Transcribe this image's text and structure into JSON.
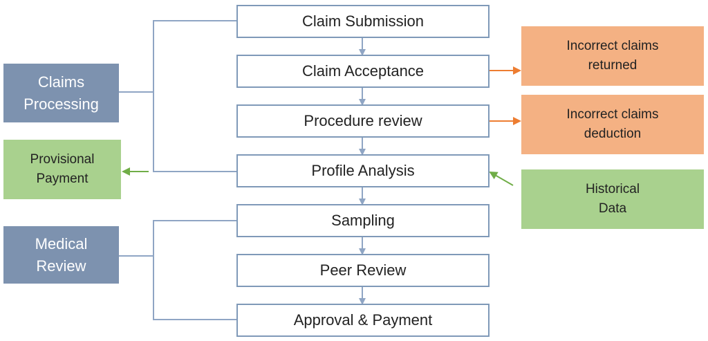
{
  "steps": [
    {
      "id": "claim-submission",
      "label": "Claim Submission"
    },
    {
      "id": "claim-acceptance",
      "label": "Claim Acceptance"
    },
    {
      "id": "procedure-review",
      "label": "Procedure review"
    },
    {
      "id": "profile-analysis",
      "label": "Profile Analysis"
    },
    {
      "id": "sampling",
      "label": "Sampling"
    },
    {
      "id": "peer-review",
      "label": "Peer Review"
    },
    {
      "id": "approval-payment",
      "label": "Approval & Payment"
    }
  ],
  "groups": {
    "claims_processing": "Claims\nProcessing",
    "medical_review": "Medical\nReview"
  },
  "outcomes": {
    "incorrect_returned": "Incorrect claims\nreturned",
    "incorrect_deduction": "Incorrect claims\ndeduction",
    "provisional_payment": "Provisional\nPayment",
    "historical_data": "Historical\nData"
  },
  "colors": {
    "step_border": "#7f99b8",
    "group_fill": "#7d92af",
    "orange_fill": "#f4b183",
    "orange_arrow": "#ed7d31",
    "green_fill": "#a9d18e",
    "green_arrow": "#70ad47",
    "connector": "#8fa5c4"
  }
}
